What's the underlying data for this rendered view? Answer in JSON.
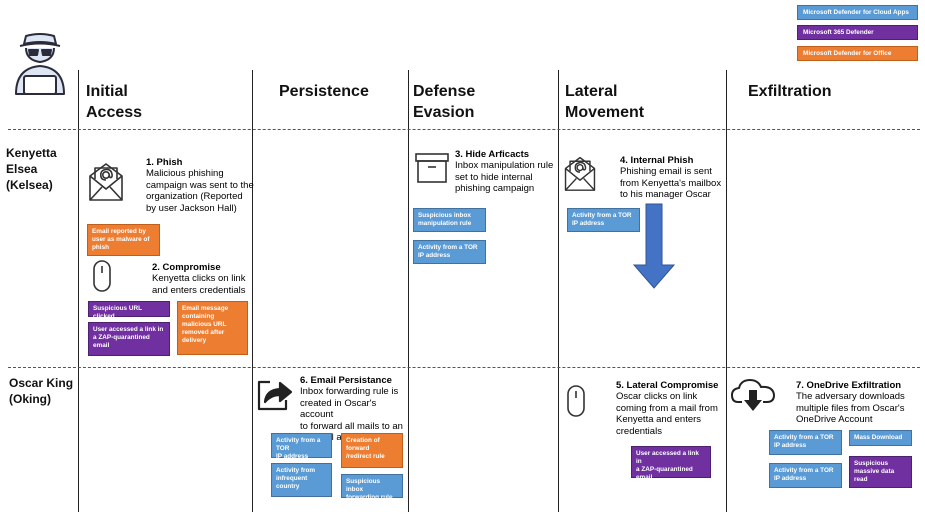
{
  "legend": [
    {
      "label": "Microsoft Defender for Cloud Apps",
      "color": "#5b9bd5"
    },
    {
      "label": "Microsoft 365 Defender",
      "color": "#7030a0"
    },
    {
      "label": "Microsoft Defender for Office",
      "color": "#ed7d31"
    }
  ],
  "phases": {
    "initial_access": "Initial\nAccess",
    "persistence": "Persistence",
    "defense_evasion": "Defense\nEvasion",
    "lateral_movement": "Lateral\nMovement",
    "exfiltration": "Exfiltration"
  },
  "people": {
    "kenyetta": "Kenyetta\nElsea\n(Kelsea)",
    "oscar": "Oscar King\n(Oking)"
  },
  "steps": {
    "phish": {
      "title": "1. Phish",
      "desc": "Malicious phishing\ncampaign was sent to the\norganization (Reported\nby user Jackson Hall)"
    },
    "compromise": {
      "title": "2. Compromise",
      "desc": "Kenyetta clicks on link\nand enters credentials"
    },
    "hide_artifacts": {
      "title": "3. Hide Arficacts",
      "desc": "Inbox manipulation rule\nset to hide internal\nphishing campaign"
    },
    "internal_phish": {
      "title": "4. Internal Phish",
      "desc": "Phishing email is sent\nfrom Kenyetta's mailbox\nto his manager Oscar"
    },
    "lateral_compromise": {
      "title": "5. Lateral Compromise",
      "desc": "Oscar clicks on link\ncoming from a mail from\nKenyetta and enters\ncredentials"
    },
    "email_persistance": {
      "title": "6. Email Persistance",
      "desc": "Inbox forwarding rule is\ncreated in Oscar's account\nto forward all mails to an\nexternal account"
    },
    "onedrive_exfil": {
      "title": "7. OneDrive Exfiltration",
      "desc": "The adversary downloads\nmultiple files from Oscar's\nOneDrive Account"
    }
  },
  "alerts": {
    "email_reported": "Email reported by\nuser as malware of\nphish",
    "suspicious_url": "Suspicious URL clicked",
    "zap_link_1": "User accessed a link in\na ZAP-quarantined\nemail",
    "email_removed": "Email message\ncontaining\nmalicious URL\nremoved after\ndelivery",
    "inbox_manip": "Suspicious inbox\nmanipulation rule",
    "tor_1": "Activity from a TOR\nIP address",
    "tor_2": "Activity from a TOR\nIP address",
    "tor_3": "Activity from a TOR\nIP address",
    "creation_forward": "Creation of\nforward\n/redirect rule",
    "infrequent_country": "Activity from\ninfrequent\ncountry",
    "suspicious_forwarding": "Suspicious inbox\nforwarding rule",
    "zap_link_2": "User accessed a link in\na ZAP-quarantined\nemail",
    "tor_4": "Activity from a TOR\nIP address",
    "mass_download": "Mass Download",
    "tor_5": "Activity from a TOR\nIP address",
    "massive_data_read": "Suspicious\nmassive data\nread"
  },
  "icons": {
    "attacker": "hacker-icon",
    "email": "envelope-icon",
    "mouse": "mouse-icon",
    "archive": "archive-box-icon",
    "forward": "share-forward-icon",
    "cloud_download": "cloud-download-icon",
    "arrow": "down-arrow-icon"
  },
  "colors": {
    "blue": "#5b9bd5",
    "purple": "#7030a0",
    "orange": "#ed7d31",
    "arrow": "#4472c4"
  }
}
